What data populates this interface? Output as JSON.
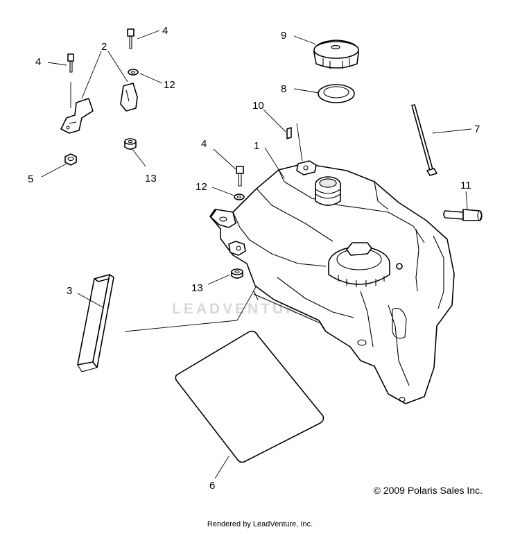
{
  "diagram": {
    "callouts": {
      "c1": "1",
      "c2": "2",
      "c3": "3",
      "c4a": "4",
      "c4b": "4",
      "c4c": "4",
      "c5": "5",
      "c6": "6",
      "c7": "7",
      "c8": "8",
      "c9": "9",
      "c10": "10",
      "c11": "11",
      "c12a": "12",
      "c12b": "12",
      "c13a": "13",
      "c13b": "13"
    },
    "watermark": "LEADVENTURE",
    "copyright": "© 2009 Polaris Sales Inc.",
    "rendered_by": "Rendered by LeadVenture, Inc."
  }
}
